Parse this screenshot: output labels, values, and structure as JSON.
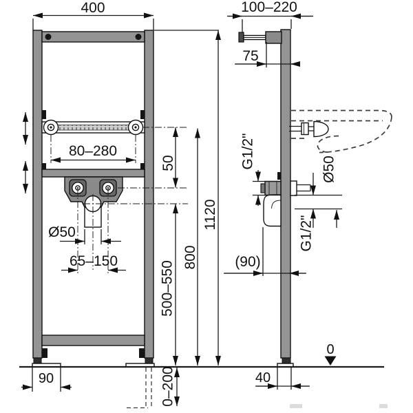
{
  "meta": {
    "subject": "Washbasin mounting frame installation drawing",
    "views": [
      "front view",
      "side view"
    ]
  },
  "front_view": {
    "dimensions": {
      "frame_width": "400",
      "rail_adjust_span": "80–280",
      "rail_to_supply": "50",
      "drain_diameter": "Ø50",
      "supply_spacing": "65–150",
      "base_plate_depth": "90",
      "drain_height": "500–550",
      "rail_height": "800",
      "frame_height": "1120",
      "foot_extension": "0–200"
    }
  },
  "side_view": {
    "dimensions": {
      "tap_mount_depth": "100–220",
      "tap_mount_offset": "75",
      "water_supply_thread": "G1/2\"",
      "drain_diameter": "Ø50",
      "rear_supply_thread": "G1/2\"",
      "drain_wall_offset": "(90)",
      "foot_plate_width": "40",
      "floor_level": "0"
    }
  },
  "colors": {
    "line": "#1a1a1a",
    "steel": "#949494",
    "steel_dark": "#686868",
    "background": "#ffffff"
  }
}
